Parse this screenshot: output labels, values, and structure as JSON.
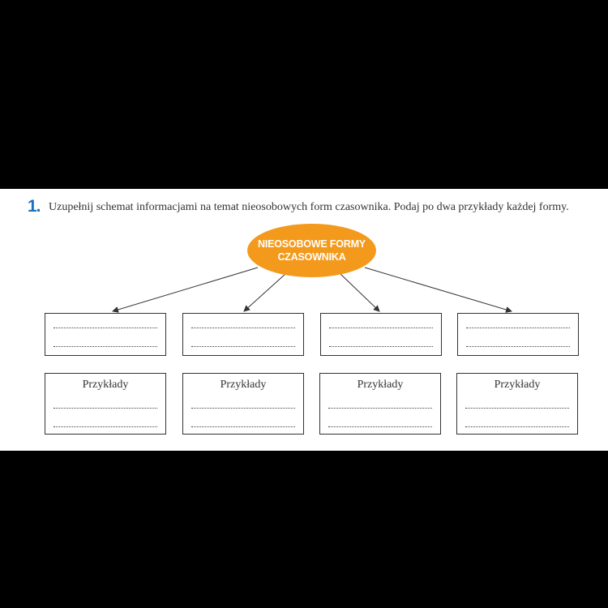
{
  "exercise": {
    "number": "1.",
    "instruction": "Uzupełnij schemat informacjami na temat nieosobowych form czasownika. Podaj po dwa przykłady każdej formy.",
    "central_line1": "NIEOSOBOWE FORMY",
    "central_line2": "CZASOWNIKA",
    "accent_color": "#f39a1c",
    "number_color": "#1a6fc0",
    "examples": [
      {
        "label": "Przykłady"
      },
      {
        "label": "Przykłady"
      },
      {
        "label": "Przykłady"
      },
      {
        "label": "Przykłady"
      }
    ]
  }
}
